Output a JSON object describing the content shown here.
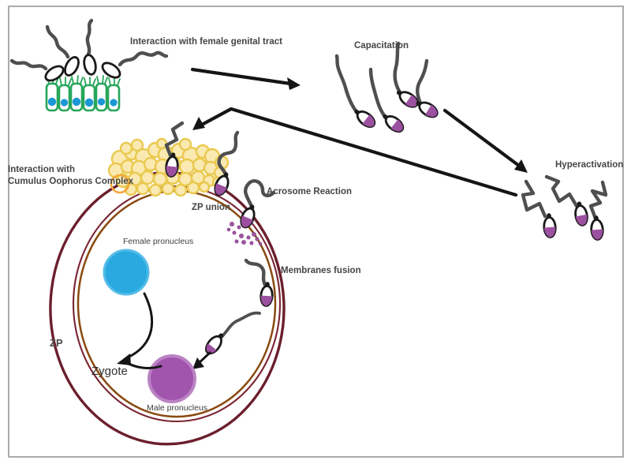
{
  "figure": {
    "type": "biology-diagram",
    "subject": "Sperm transport, capacitation and fertilization of the oocyte",
    "labels": {
      "genital_tract": "Interaction with female genital tract",
      "capacitation": "Capacitation",
      "hyperactivation": "Hyperactivation",
      "cumulus_line1": "Interaction with",
      "cumulus_line2": "Cumulus Oophorus Complex",
      "zp_union": "ZP union",
      "acrosome_reaction": "Acrosome Reaction",
      "membranes_fusion": "Membranes fusion",
      "female_pronucleus": "Female pronucleus",
      "male_pronucleus": "Male pronucleus",
      "zygote": "Zygote",
      "zp": "ZP"
    },
    "counts": {
      "epithelial_cells": 6,
      "sperm_at_genital_tract": 4,
      "sperm_capacitation": 4,
      "sperm_hyperactivation": 3
    },
    "colors": {
      "sperm_tail_gray": "#4f4f4f",
      "sperm_head_purple": "#9c50a0",
      "epithelium_green": "#27a65a",
      "epithelium_nucleus_blue": "#1b97d5",
      "cumulus_yellow_fill": "#faeab2",
      "cumulus_yellow_stroke": "#eac94f",
      "zona_pellucida_maroon": "#6b1f2c",
      "oolemma_brown": "#8a4a10",
      "inner_membrane_maroon": "#7a2433",
      "female_pronucleus_blue": "#29a9e0",
      "male_pronucleus_purple": "#a155ad",
      "arrow_black": "#151515",
      "label_text": "#454545"
    }
  }
}
